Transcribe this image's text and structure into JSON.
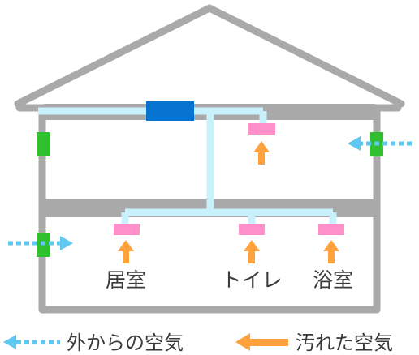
{
  "rooms": {
    "living": "居室",
    "toilet": "トイレ",
    "bath": "浴室"
  },
  "legend": {
    "outside_air": "外からの空気",
    "dirty_air": "汚れた空気"
  },
  "colors": {
    "wall": "#a9a9a9",
    "duct": "#c9f1fb",
    "fan_unit": "#0873cf",
    "exhaust_grille": "#ff8fc8",
    "intake_vent": "#2fbf2f",
    "outside_air_arrow": "#5ec8f0",
    "dirty_air_arrow": "#ffa23c",
    "text": "#3a3a3a"
  },
  "icons": {
    "outside_air_arrow": "dotted-left-arrow-icon",
    "dirty_air_arrow": "solid-up-arrow-icon"
  }
}
